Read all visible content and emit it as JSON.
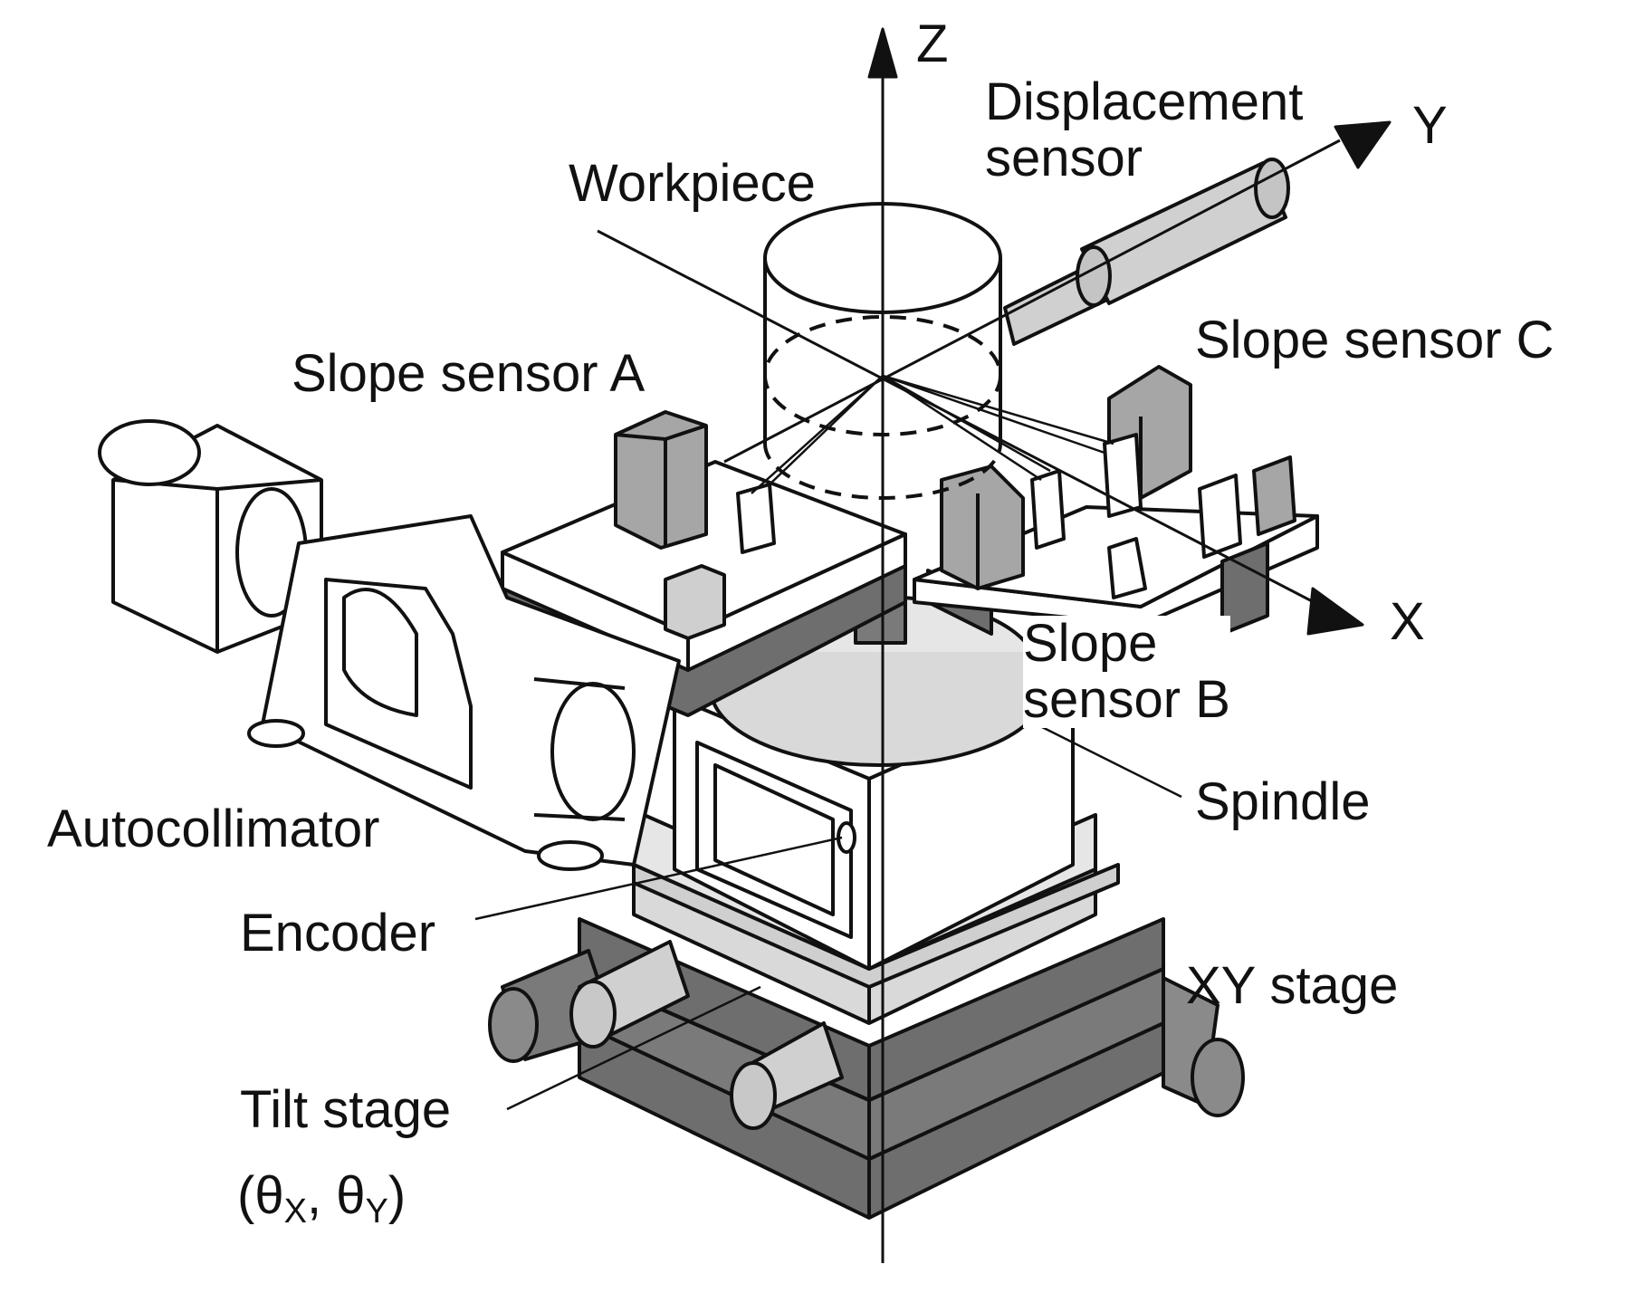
{
  "labels": {
    "axis_z": "Z",
    "axis_y": "Y",
    "axis_x": "X",
    "displacement_sensor": "Displacement\nsensor",
    "workpiece": "Workpiece",
    "slope_sensor_a": "Slope sensor A",
    "slope_sensor_c": "Slope sensor C",
    "slope_sensor_b": "Slope\nsensor B",
    "spindle": "Spindle",
    "autocollimator": "Autocollimator",
    "encoder": "Encoder",
    "xy_stage": "XY stage",
    "tilt_stage": "Tilt stage",
    "tilt_theta": "θ",
    "tilt_sub_x": "X",
    "tilt_sub_y": "Y"
  },
  "colors": {
    "line": "#111111",
    "light_fill": "#d9d9d9",
    "mid_fill": "#a6a6a6",
    "dark_fill": "#6e6e6e"
  }
}
